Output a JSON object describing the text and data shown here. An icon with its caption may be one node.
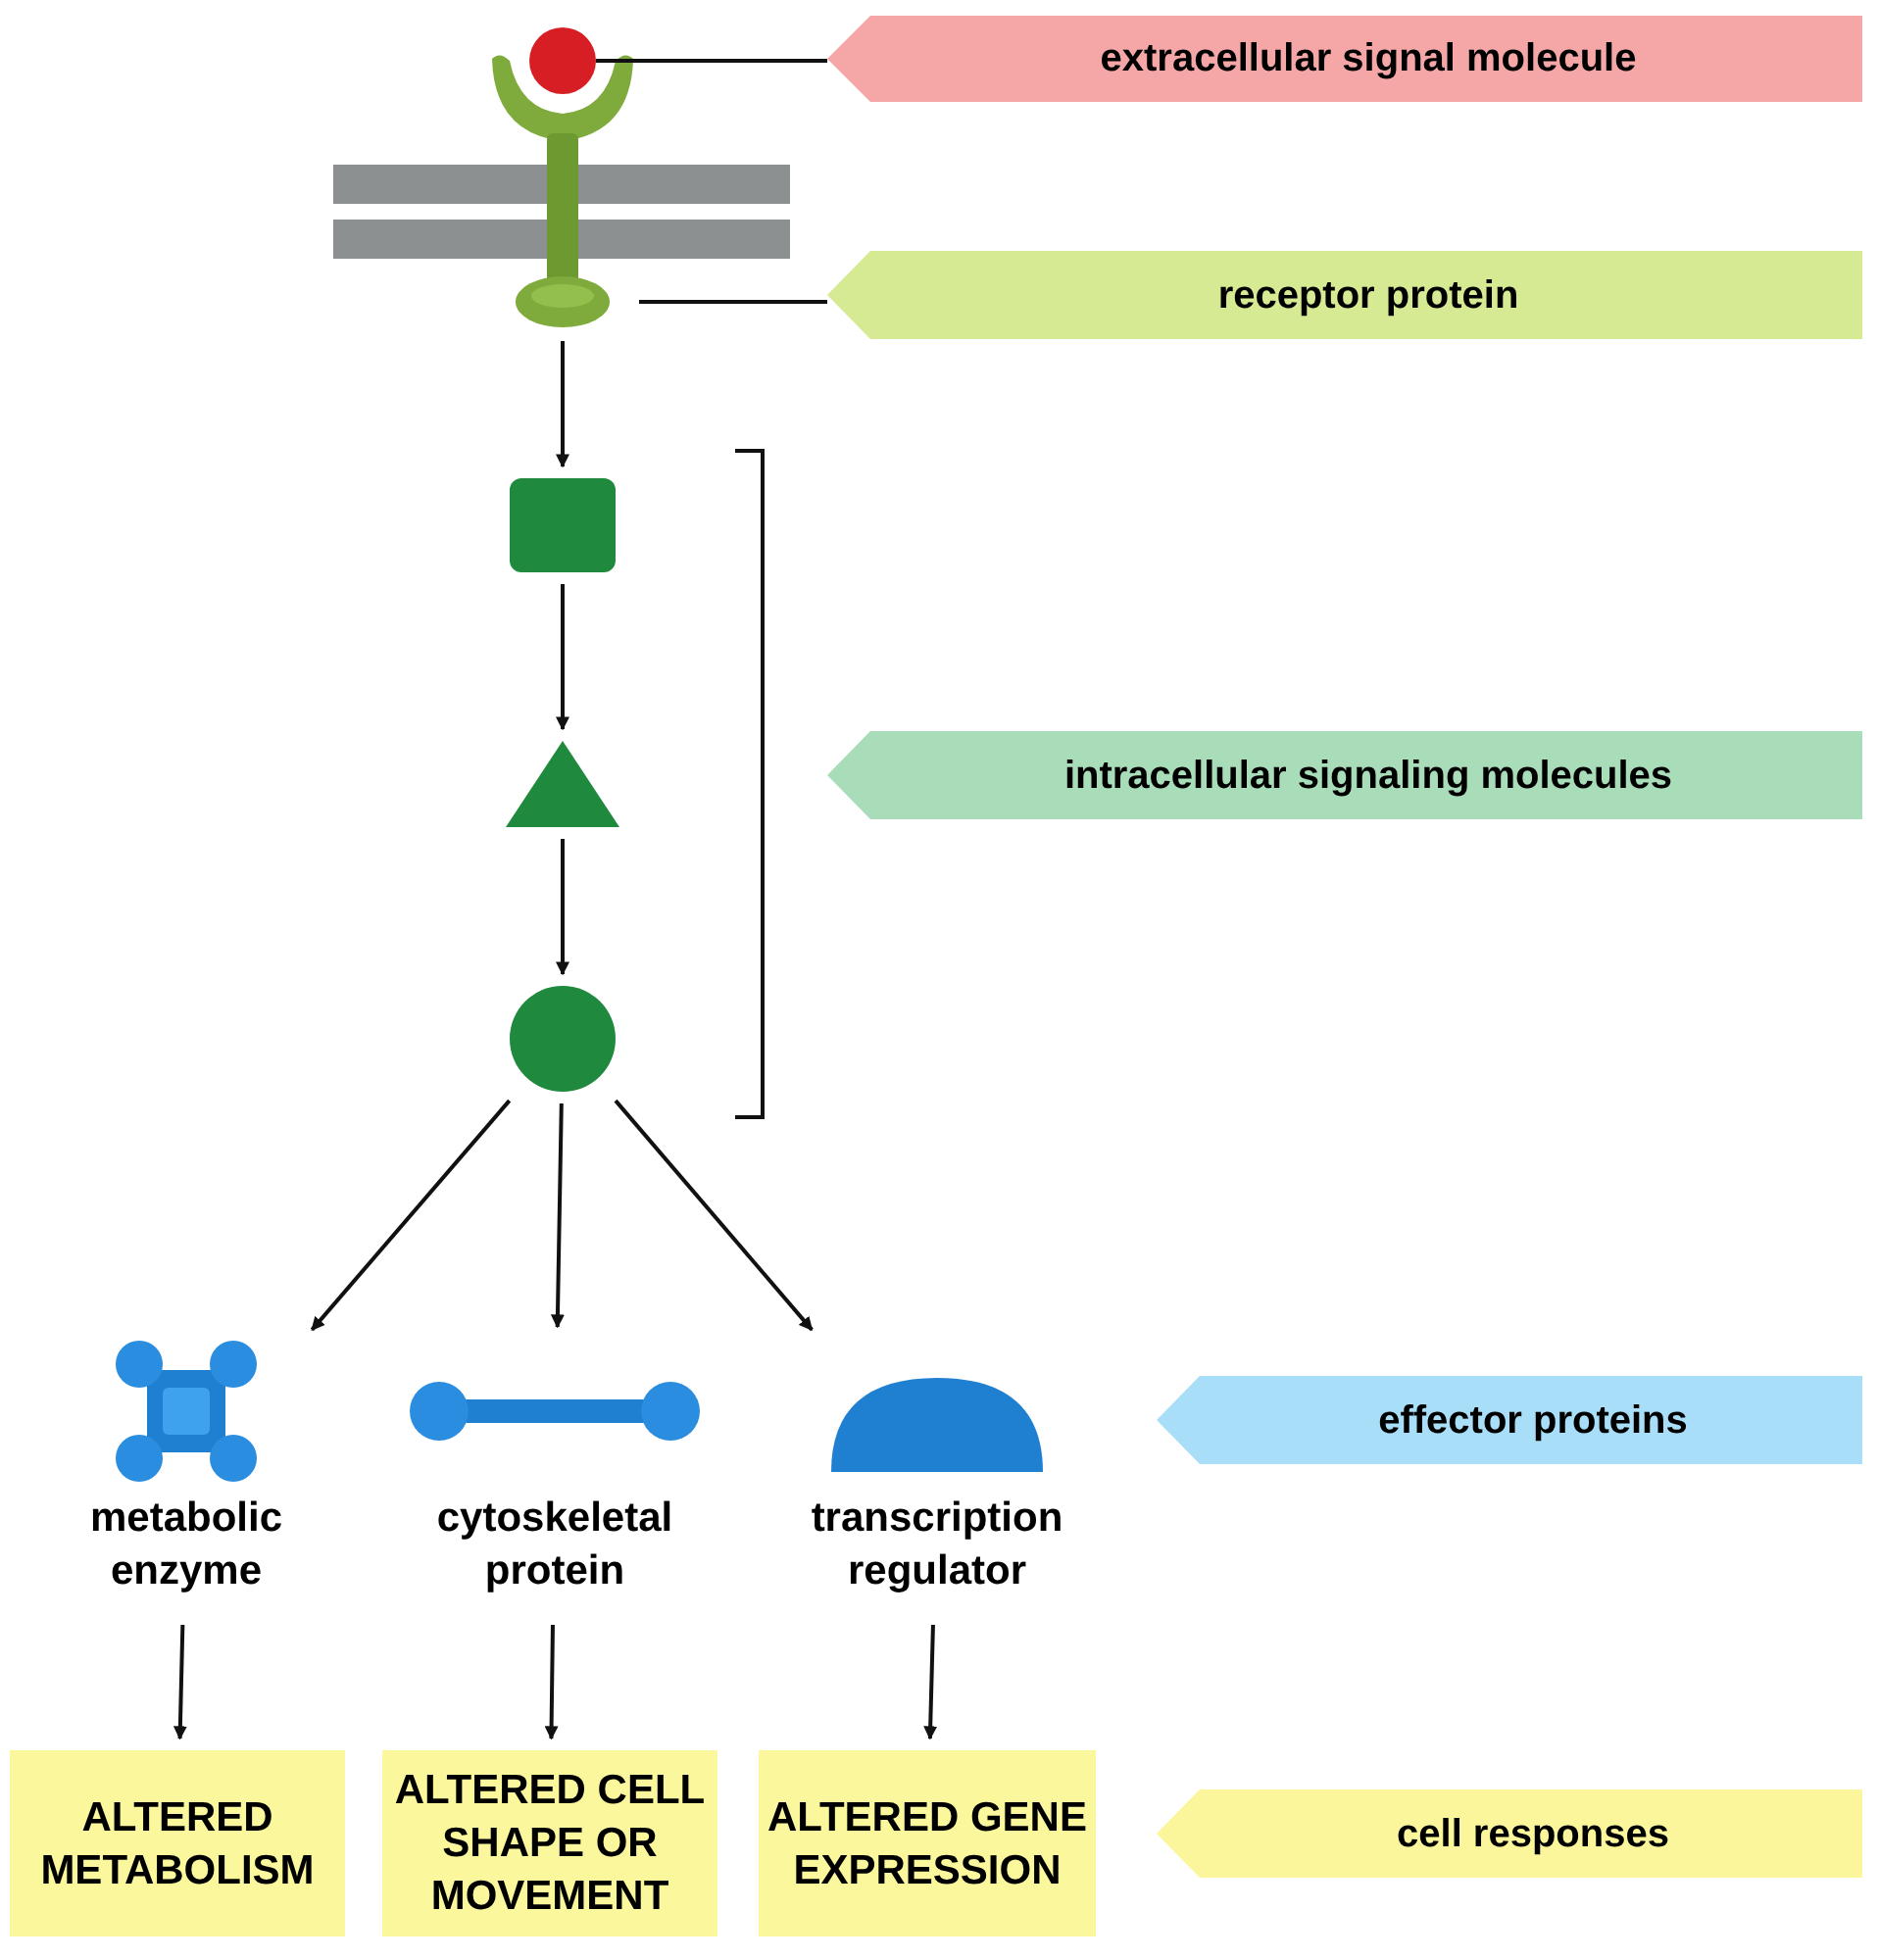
{
  "diagram": {
    "nodes": [
      {
        "text": [
          "extracellular signal molecule"
        ]
      },
      {
        "text": [
          "receptor protein"
        ]
      },
      {
        "text": [
          "intracellular signaling molecules"
        ]
      },
      {
        "text": [
          "effector proteins"
        ]
      },
      {
        "text": [
          "cell responses"
        ]
      },
      {
        "text": [],
        "shape": "circle"
      },
      {
        "text": [],
        "shape": "picture"
      },
      {
        "text": [],
        "shape": "box"
      },
      {
        "text": [],
        "shape": "triangle"
      },
      {
        "text": [],
        "shape": "circle"
      },
      {
        "text": [
          "metabolic enzyme"
        ]
      },
      {
        "text": [
          "cytoskeletal protein"
        ]
      },
      {
        "text": [
          "transcription regulator"
        ]
      },
      {
        "text": [
          "ALTERED METABOLISM"
        ]
      },
      {
        "text": [
          "ALTERED CELL SHAPE OR MOVEMENT"
        ]
      },
      {
        "text": [
          "ALTERED GENE EXPRESSION"
        ]
      }
    ],
    "edges": [
      {
        "from": 0,
        "to": 5,
        "arrow": "none"
      },
      {
        "from": 1,
        "to": 6,
        "arrow": "none"
      },
      {
        "from": 6,
        "to": 7,
        "arrow": "to"
      },
      {
        "from": 7,
        "to": 8,
        "arrow": "to"
      },
      {
        "from": 8,
        "to": 9,
        "arrow": "to"
      },
      {
        "from": 9,
        "to": 10,
        "arrow": "to"
      },
      {
        "from": 9,
        "to": 11,
        "arrow": "to"
      },
      {
        "from": 9,
        "to": 12,
        "arrow": "to"
      },
      {
        "from": 10,
        "to": 13,
        "arrow": "to"
      },
      {
        "from": 11,
        "to": 14,
        "arrow": "to"
      },
      {
        "from": 12,
        "to": 15,
        "arrow": "to"
      }
    ]
  }
}
